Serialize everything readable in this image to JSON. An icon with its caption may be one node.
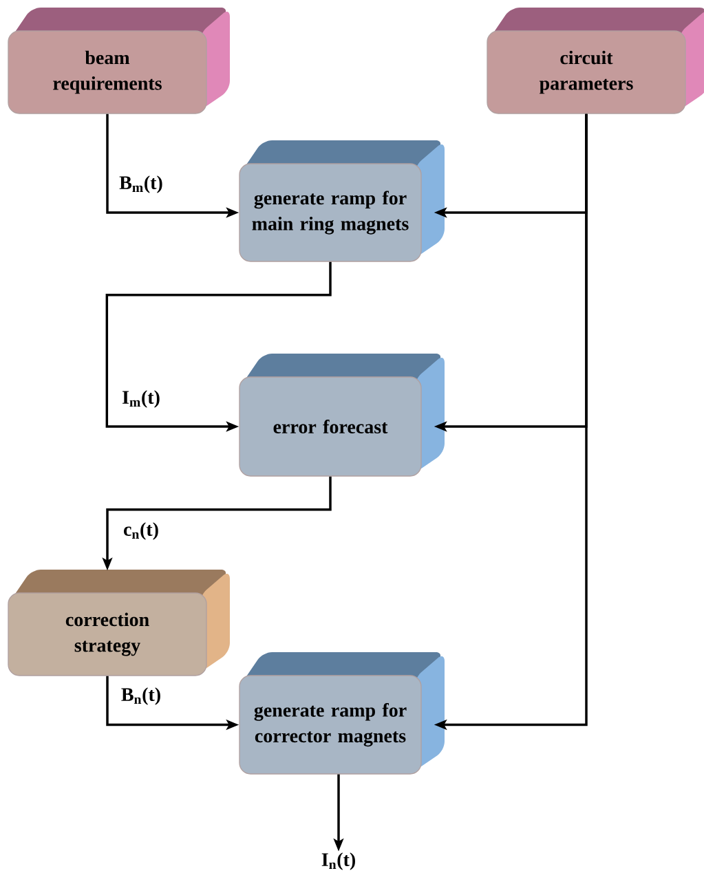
{
  "diagram": {
    "nodes": [
      {
        "text": [
          "beam requirements"
        ]
      },
      {
        "text": [
          "circuit parameters"
        ]
      },
      {
        "text": [
          "generate ramp for main ring magnets"
        ]
      },
      {
        "text": [
          "error forecast"
        ]
      },
      {
        "text": [
          "correction strategy"
        ]
      },
      {
        "text": [
          "generate ramp for corrector magnets"
        ]
      },
      {
        "text": [
          "I$_{n}$(t)"
        ]
      }
    ],
    "edges": [
      {
        "from": 0,
        "to": 2,
        "arrow": "to",
        "label": "B$_{m}$(t)"
      },
      {
        "from": 1,
        "to": 2,
        "arrow": "to"
      },
      {
        "from": 1,
        "to": 3,
        "arrow": "to"
      },
      {
        "from": 1,
        "to": 5,
        "arrow": "to"
      },
      {
        "from": 2,
        "to": 3,
        "arrow": "to",
        "label": "I$_{m}$(t)"
      },
      {
        "from": 3,
        "to": 4,
        "arrow": "to",
        "label": "c$_{n}$(t)"
      },
      {
        "from": 4,
        "to": 5,
        "arrow": "to",
        "label": "B$_{n}$(t)"
      },
      {
        "from": 5,
        "to": 6,
        "arrow": "to"
      }
    ]
  }
}
